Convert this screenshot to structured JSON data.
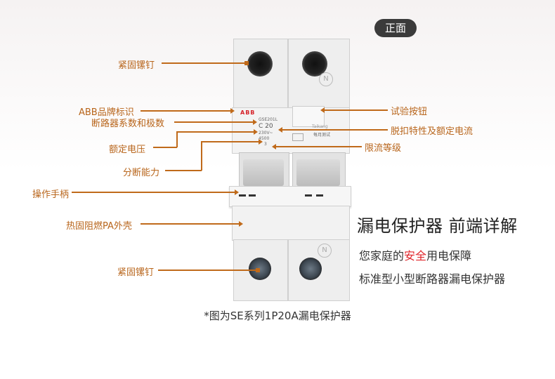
{
  "badge": "正面",
  "labels": {
    "top_screw": "紧固镙钉",
    "abb_logo": "ABB品牌标识",
    "series_poles": "断路器系数和极数",
    "rated_voltage": "额定电压",
    "breaking_capacity": "分断能力",
    "handle": "操作手柄",
    "housing": "热固阻燃PA外壳",
    "bottom_screw": "紧固镙钉",
    "test_button": "试验按钮",
    "trip_current": "脱扣特性及额定电流",
    "current_limit": "限流等级"
  },
  "breaker": {
    "logo": "ABB",
    "model": "GSE201L",
    "rating": "C 20",
    "voltage": "230V~",
    "capacity": "4500",
    "class": "3",
    "test_text": "每月测试",
    "brand_small": "Taikang",
    "neutral": "N"
  },
  "hero": {
    "title": "漏电保护器 前端详解",
    "line1_pre": "您家庭的",
    "line1_highlight": "安全",
    "line1_post": "用电保障",
    "line2": "标准型小型断路器漏电保护器"
  },
  "caption": "*图为SE系列1P20A漏电保护器",
  "colors": {
    "label": "#b8651b",
    "line": "#c06a1a",
    "highlight": "#e0262b",
    "badge_bg": "#3b3b3b"
  }
}
